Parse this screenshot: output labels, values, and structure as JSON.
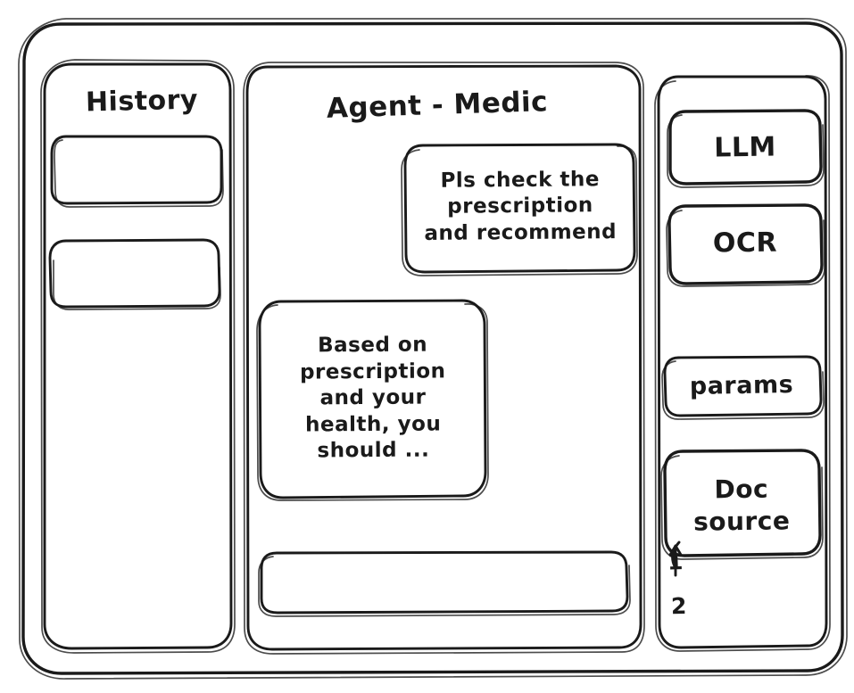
{
  "window": {
    "style": "hand-drawn-wireframe",
    "ink_color": "#1a1a1a",
    "paper_color": "#ffffff"
  },
  "sidebar": {
    "title": "History",
    "items": [
      {
        "label": "",
        "name": "history-item-1"
      },
      {
        "label": "",
        "name": "history-item-2"
      }
    ]
  },
  "main": {
    "title": "Agent - Medic",
    "messages": [
      {
        "role": "user",
        "align": "right",
        "text": "Pls check the\nprescription\nand recommend"
      },
      {
        "role": "assistant",
        "align": "left",
        "text": "Based on\nprescription\nand your\nhealth, you\nshould ..."
      }
    ],
    "composer": {
      "value": "",
      "placeholder": ""
    }
  },
  "tools": {
    "buttons": [
      {
        "label": "LLM",
        "name": "tool-button-llm"
      },
      {
        "label": "OCR",
        "name": "tool-button-ocr"
      },
      {
        "label": "params",
        "name": "tool-button-params"
      }
    ],
    "doc_source": {
      "label": "Doc\nsource",
      "items": [
        "1",
        "2"
      ]
    }
  }
}
